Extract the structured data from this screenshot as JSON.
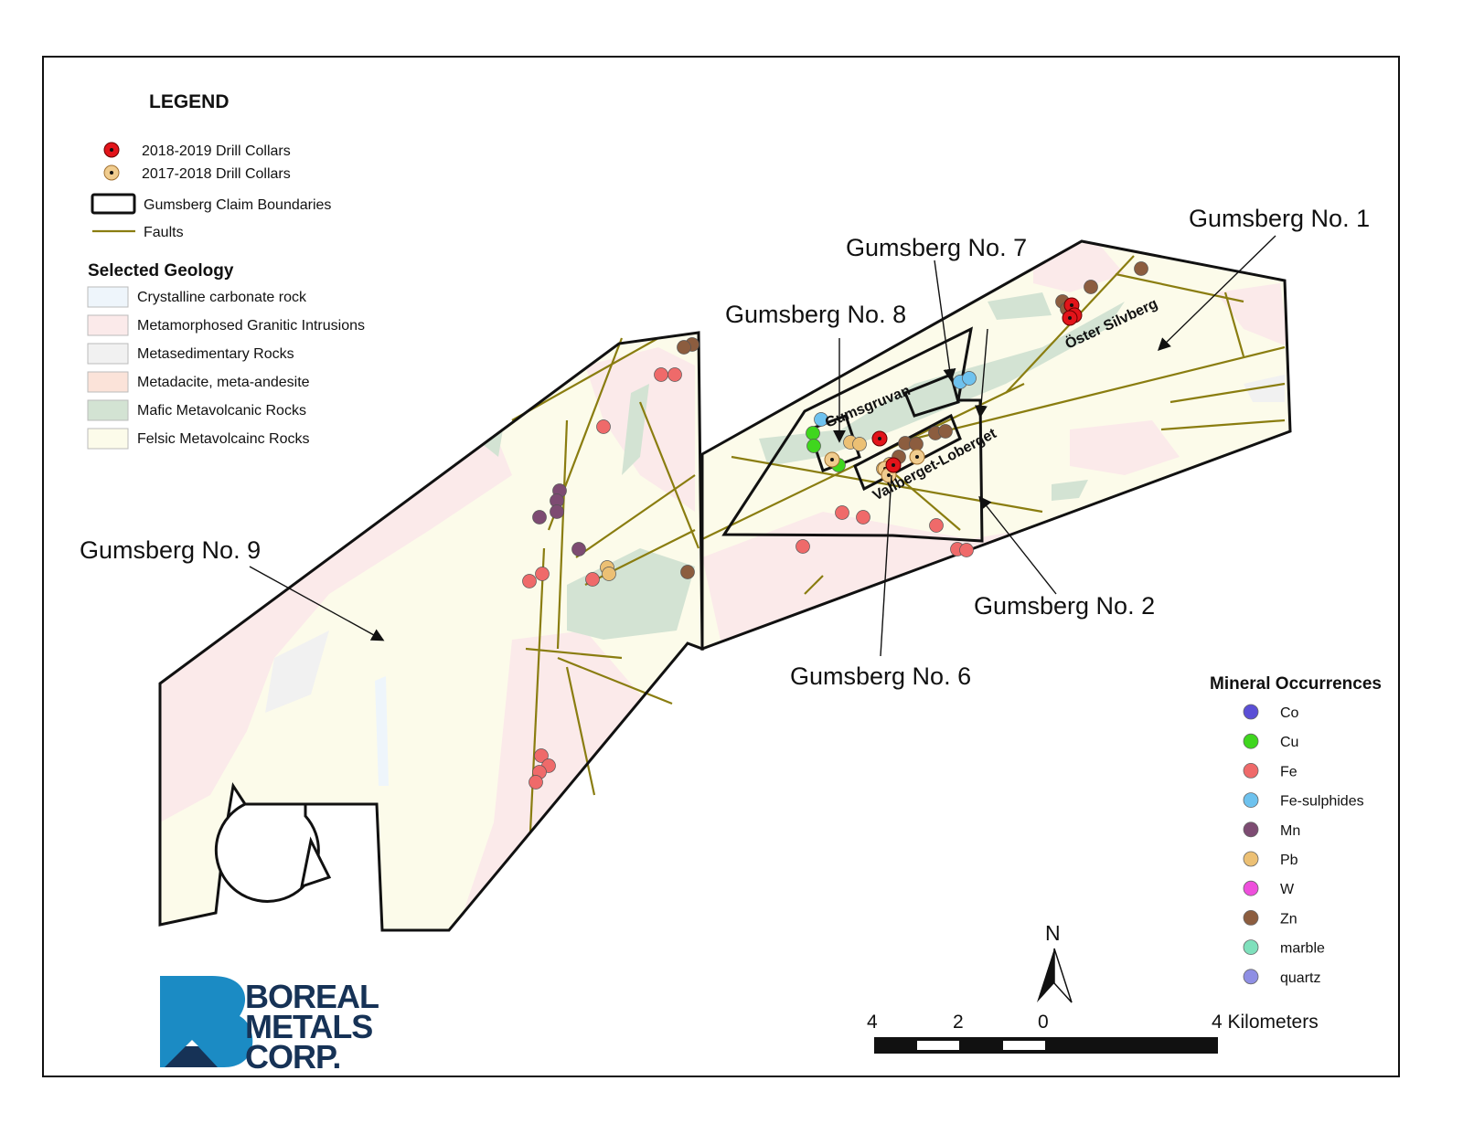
{
  "legend": {
    "title": "LEGEND",
    "drill_2018_2019": "2018-2019 Drill Collars",
    "drill_2017_2018": "2017-2018 Drill Collars",
    "claim_boundaries": "Gumsberg Claim Boundaries",
    "faults": "Faults",
    "geology_title": "Selected Geology",
    "geology": [
      {
        "label": "Crystalline carbonate rock",
        "color": "#eef5fb"
      },
      {
        "label": "Metamorphosed Granitic Intrusions",
        "color": "#fbeaea"
      },
      {
        "label": "Metasedimentary Rocks",
        "color": "#f1f1f1"
      },
      {
        "label": "Metadacite, meta-andesite",
        "color": "#fbe3d9"
      },
      {
        "label": "Mafic Metavolcanic Rocks",
        "color": "#d3e3d3"
      },
      {
        "label": "Felsic Metavolcainc Rocks",
        "color": "#fcfbea"
      }
    ]
  },
  "minerals": {
    "title": "Mineral Occurrences",
    "items": [
      {
        "label": "Co",
        "color": "#5b4fd6"
      },
      {
        "label": "Cu",
        "color": "#3fd61e"
      },
      {
        "label": "Fe",
        "color": "#ef6a6a"
      },
      {
        "label": "Fe-sulphides",
        "color": "#6ec2ee"
      },
      {
        "label": "Mn",
        "color": "#7d4b72"
      },
      {
        "label": "Pb",
        "color": "#ecc074"
      },
      {
        "label": "W",
        "color": "#ee4fdc"
      },
      {
        "label": "Zn",
        "color": "#8c5d3f"
      },
      {
        "label": "marble",
        "color": "#7fe0bc"
      },
      {
        "label": "quartz",
        "color": "#8f8fe4"
      }
    ]
  },
  "claims": {
    "no1": "Gumsberg No. 1",
    "no2": "Gumsberg No. 2",
    "no6": "Gumsberg No. 6",
    "no7": "Gumsberg No. 7",
    "no8": "Gumsberg No. 8",
    "no9": "Gumsberg No. 9"
  },
  "places": {
    "gumsgruvan": "Gumsgruvan",
    "vallberget": "Vallberget-Loberget",
    "oster": "Öster Silvberg"
  },
  "north": "N",
  "scale": {
    "ticks": [
      "4",
      "2",
      "0"
    ],
    "end": "4 Kilometers"
  },
  "logo": {
    "line1": "BOREAL",
    "line2": "METALS",
    "line3": "CORP."
  },
  "colors": {
    "fault": "#8a7d10",
    "drill_red": "#e2141a",
    "drill_tan": "#f0cc8e",
    "logo_blue": "#1b8bc4",
    "logo_dark": "#163256"
  }
}
